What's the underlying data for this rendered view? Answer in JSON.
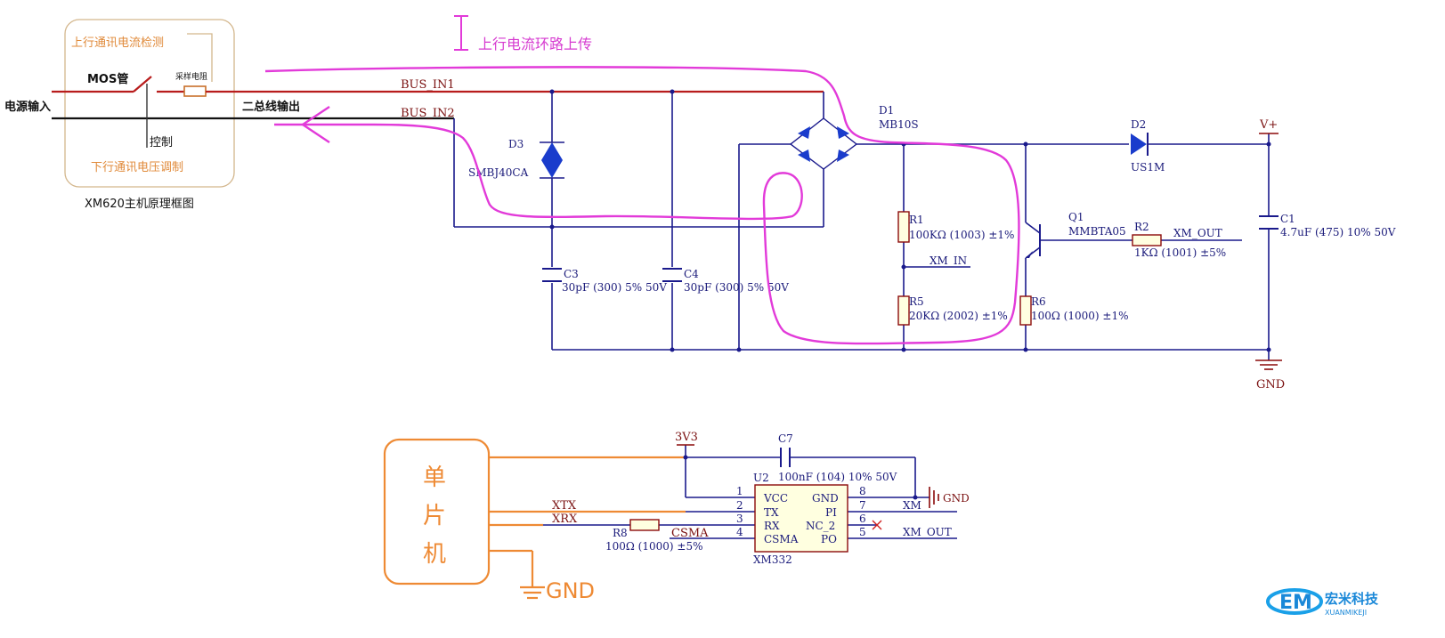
{
  "block": {
    "upstream_detect": "上行通讯电流检测",
    "mos": "MOS管",
    "sense_resistor": "采样电阻",
    "power_in": "电源输入",
    "bus_out": "二总线输出",
    "control": "控制",
    "downstream_mod": "下行通讯电压调制",
    "caption": "XM620主机原理框图"
  },
  "annotation": {
    "upload_loop": "上行电流环路上传"
  },
  "nets": {
    "bus_in1": "BUS_IN1",
    "bus_in2": "BUS_IN2",
    "vplus": "V+",
    "gnd": "GND",
    "xm_in": "XM_IN",
    "xm_out": "XM_OUT",
    "v3v3": "3V3",
    "gnd2": "GND",
    "xtx": "XTX",
    "xrx": "XRX",
    "csma": "CSMA",
    "xm": "XM",
    "xm_out2": "XM_OUT",
    "gnd_big": "GND"
  },
  "components": {
    "d3_ref": "D3",
    "d3_val": "SMBJ40CA",
    "d1_ref": "D1",
    "d1_val": "MB10S",
    "d2_ref": "D2",
    "d2_val": "US1M",
    "c3_ref": "C3",
    "c3_val": "30pF (300) 5% 50V",
    "c4_ref": "C4",
    "c4_val": "30pF (300) 5% 50V",
    "r1_ref": "R1",
    "r1_val": "100KΩ (1003) ±1%",
    "r5_ref": "R5",
    "r5_val": "20KΩ (2002) ±1%",
    "q1_ref": "Q1",
    "q1_val": "MMBTA05",
    "r2_ref": "R2",
    "r2_val": "1KΩ (1001) ±5%",
    "r6_ref": "R6",
    "r6_val": "100Ω (1000) ±1%",
    "c1_ref": "C1",
    "c1_val": "4.7uF (475) 10% 50V",
    "c7_ref": "C7",
    "c7_val": "100nF (104) 10% 50V",
    "u2_ref": "U2",
    "u2_name": "XM332",
    "r8_ref": "R8",
    "r8_val": "100Ω (1000) ±5%"
  },
  "u2_pins_left": [
    {
      "num": "1",
      "name": "VCC"
    },
    {
      "num": "2",
      "name": "TX"
    },
    {
      "num": "3",
      "name": "RX"
    },
    {
      "num": "4",
      "name": "CSMA"
    }
  ],
  "u2_pins_right": [
    {
      "num": "8",
      "name": "GND"
    },
    {
      "num": "7",
      "name": "PI"
    },
    {
      "num": "6",
      "name": "NC_2"
    },
    {
      "num": "5",
      "name": "PO"
    }
  ],
  "mcu": {
    "line1": "单",
    "line2": "片",
    "line3": "机"
  },
  "logo": {
    "text": "宏米科技",
    "sub": "XUANMIKEJI"
  },
  "colors": {
    "wire": "#1a1a8c",
    "bus_red": "#b81c1c",
    "annotation": "#e23ad9",
    "mcu_orange": "#ee8a34",
    "block_tan": "#d3b68c"
  }
}
